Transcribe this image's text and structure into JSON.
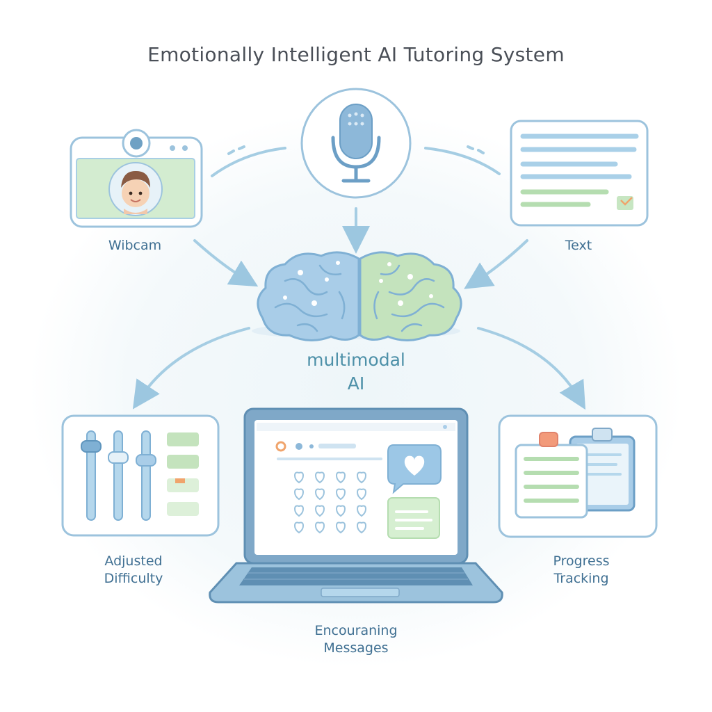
{
  "title": "Emotionally Intelligent AI Tutoring System",
  "inputs": {
    "webcam_label": "Wibcam",
    "mic_label": "",
    "text_label": "Text"
  },
  "center": {
    "line1": "multimodal",
    "line2": "AI"
  },
  "outputs": {
    "difficulty_line1": "Adjusted",
    "difficulty_line2": "Difficulty",
    "messages_line1": "Encouraning",
    "messages_line2": "Messages",
    "progress_line1": "Progress",
    "progress_line2": "Tracking"
  },
  "icons": {
    "webcam": "webcam-icon",
    "microphone": "microphone-icon",
    "text": "text-document-icon",
    "brain": "brain-icon",
    "sliders": "sliders-icon",
    "laptop": "laptop-icon",
    "clipboard": "clipboard-icon"
  },
  "colors": {
    "blue": "#8fbbd9",
    "blue_dark": "#5f95bd",
    "green": "#bfe0b8",
    "title": "#4a4f57",
    "label": "#3f6f92",
    "center_label": "#4d90a8"
  }
}
